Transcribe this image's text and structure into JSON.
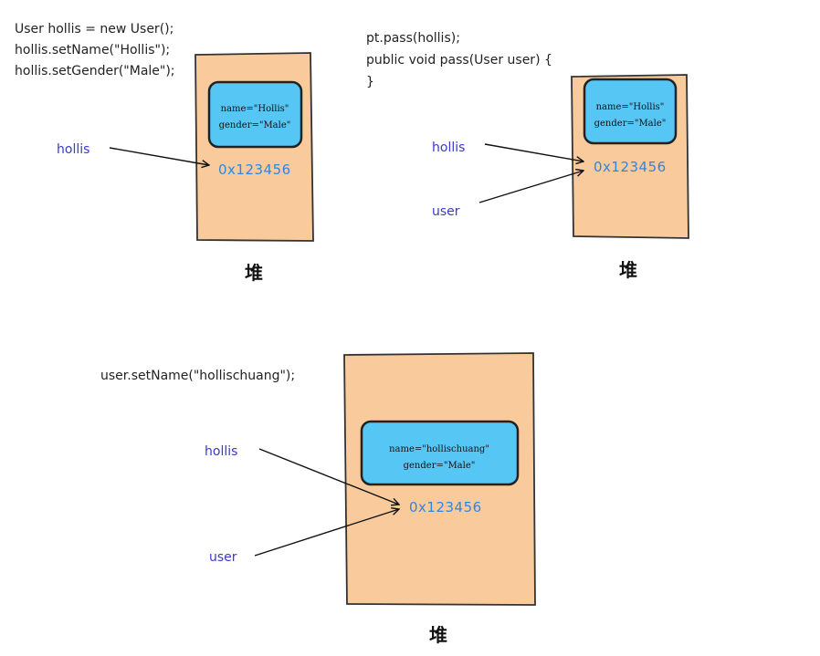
{
  "panel1": {
    "code_lines": [
      "User hollis = new User();",
      "hollis.setName(\"Hollis\");",
      "hollis.setGender(\"Male\");"
    ],
    "object_name": "name=\"Hollis\"",
    "object_gender": "gender=\"Male\"",
    "address": "0x123456",
    "var_hollis": "hollis",
    "heap_label": "堆"
  },
  "panel2": {
    "code_lines": [
      "pt.pass(hollis);",
      "public void pass(User user) {",
      "}"
    ],
    "object_name": "name=\"Hollis\"",
    "object_gender": "gender=\"Male\"",
    "address": "0x123456",
    "var_hollis": "hollis",
    "var_user": "user",
    "heap_label": "堆"
  },
  "panel3": {
    "code_lines": [
      "user.setName(\"hollischuang\");"
    ],
    "object_name": "name=\"hollischuang\"",
    "object_gender": "gender=\"Male\"",
    "address": "0x123456",
    "var_hollis": "hollis",
    "var_user": "user",
    "heap_label": "堆"
  }
}
